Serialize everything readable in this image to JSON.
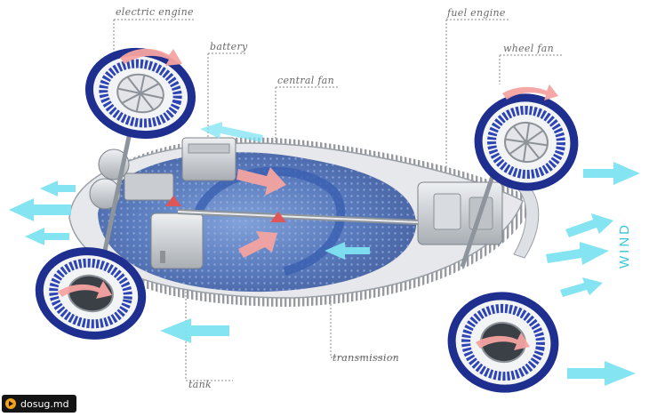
{
  "labels": {
    "electric_engine": "electric engine",
    "battery": "battery",
    "central_fan": "central fan",
    "fuel_engine": "fuel engine",
    "wheel_fan": "wheel fan",
    "transmission": "transmission",
    "tank": "tank",
    "wind": "WIND"
  },
  "watermark": {
    "text": "dosug.md"
  },
  "colors": {
    "wind_arrow": "#7fe3f2",
    "flow_arrow": "#f4a3a0",
    "wheel_blue": "#1f2f8f",
    "body_blue": "#4d79c4",
    "frame_gray": "#c9cdd2",
    "label_gray": "#6a6a6a"
  }
}
